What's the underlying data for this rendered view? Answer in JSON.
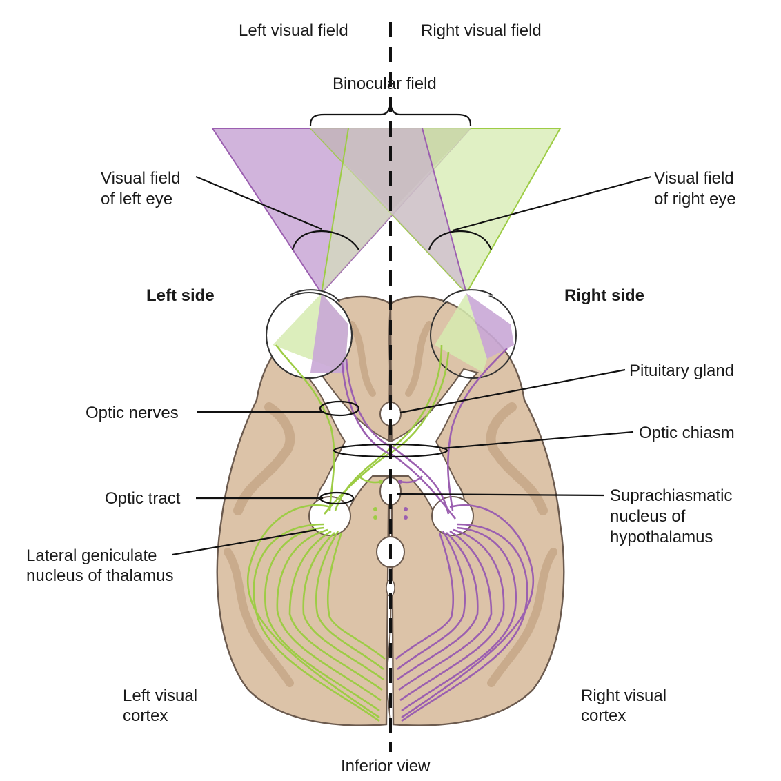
{
  "labels": {
    "left_visual_field": "Left visual field",
    "right_visual_field": "Right visual field",
    "binocular_field": "Binocular field",
    "visual_field_left_eye_1": "Visual field",
    "visual_field_left_eye_2": "of left eye",
    "visual_field_right_eye_1": "Visual field",
    "visual_field_right_eye_2": "of right eye",
    "left_side": "Left side",
    "right_side": "Right side",
    "pituitary_gland": "Pituitary gland",
    "optic_nerves": "Optic nerves",
    "optic_chiasm": "Optic chiasm",
    "optic_tract": "Optic tract",
    "scn_1": "Suprachiasmatic",
    "scn_2": "nucleus of",
    "scn_3": "hypothalamus",
    "lgn_1": "Lateral geniculate",
    "lgn_2": "nucleus of thalamus",
    "left_cortex_1": "Left visual",
    "left_cortex_2": "cortex",
    "right_cortex_1": "Right visual",
    "right_cortex_2": "cortex",
    "inferior_view": "Inferior view"
  },
  "colors": {
    "left_eye_field": "#c9a7d6",
    "right_eye_field": "#d6ebb0",
    "overlap_field": "#b8b89a",
    "green_fiber": "#9dcc45",
    "purple_fiber": "#9b5fb0",
    "brain_fill": "#dcc3a8",
    "brain_gyri": "#c9ab8c",
    "brain_outline": "#6b5a4e"
  }
}
